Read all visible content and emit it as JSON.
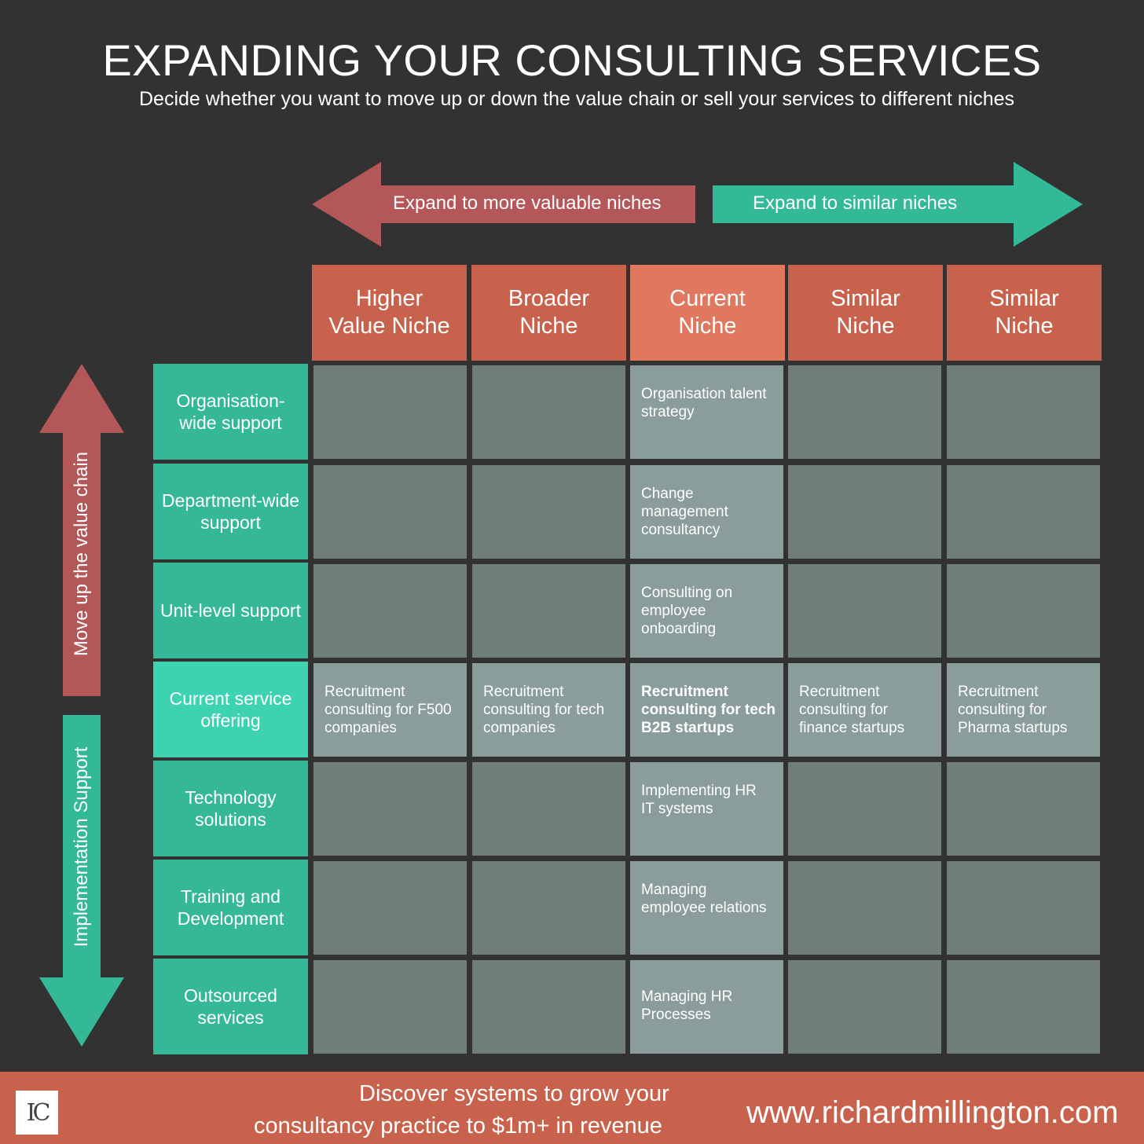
{
  "title": "EXPANDING YOUR CONSULTING SERVICES",
  "subtitle": "Decide whether you want to move up or down the value chain or sell your services to different niches",
  "arrows": {
    "left": "Expand to more valuable niches",
    "right": "Expand to similar niches",
    "up": "Move up the value chain",
    "down": "Implementation Support"
  },
  "colors": {
    "background": "#323232",
    "red": "#b35758",
    "teal": "#33b998",
    "column_header": "#c9624d",
    "current_header": "#e0775f",
    "row_header": "#35b897",
    "current_row": "#3dd3b0",
    "cell_empty": "#6f7d7b",
    "cell_filled": "#8a9d9b"
  },
  "columns": [
    {
      "line1": "Higher",
      "line2": "Value Niche"
    },
    {
      "line1": "Broader",
      "line2": "Niche"
    },
    {
      "line1": "Current",
      "line2": "Niche"
    },
    {
      "line1": "Similar",
      "line2": "Niche"
    },
    {
      "line1": "Similar",
      "line2": "Niche"
    }
  ],
  "rows": [
    "Organisation-wide support",
    "Department-wide support",
    "Unit-level support",
    "Current service offering",
    "Technology solutions",
    "Training and Development",
    "Outsourced services"
  ],
  "cells": {
    "r0c2": "Organisation talent strategy",
    "r1c2": "Change management consultancy",
    "r2c2": "Consulting on employee onboarding",
    "r3c0": "Recruitment consulting for F500 companies",
    "r3c1": "Recruitment consulting for tech companies",
    "r3c2": "Recruitment consulting for tech B2B startups",
    "r3c3": "Recruitment consulting for finance startups",
    "r3c4": "Recruitment consulting for Pharma startups",
    "r4c2": "Implementing HR IT systems",
    "r5c2": "Managing employee relations",
    "r6c2": "Managing HR Processes"
  },
  "footer": {
    "logo": "IC",
    "cta_line1": "Discover systems to grow your",
    "cta_line2": "consultancy practice to $1m+ in revenue",
    "website": "www.richardmillington.com"
  }
}
